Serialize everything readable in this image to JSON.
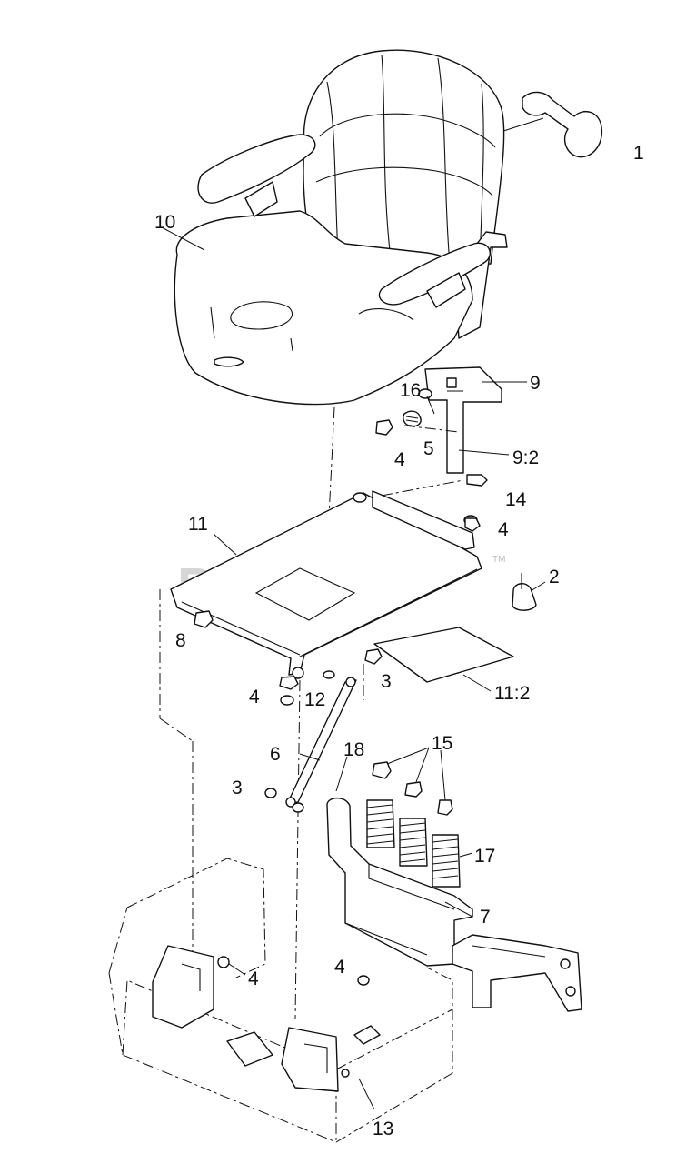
{
  "watermark": {
    "text": "PartsTree",
    "trademark": "TM"
  },
  "callouts": [
    {
      "id": "1",
      "label": "1"
    },
    {
      "id": "10",
      "label": "10"
    },
    {
      "id": "16",
      "label": "16"
    },
    {
      "id": "9",
      "label": "9"
    },
    {
      "id": "5",
      "label": "5"
    },
    {
      "id": "4a",
      "label": "4"
    },
    {
      "id": "9-2",
      "label": "9:2"
    },
    {
      "id": "14",
      "label": "14"
    },
    {
      "id": "11",
      "label": "11"
    },
    {
      "id": "4b",
      "label": "4"
    },
    {
      "id": "2",
      "label": "2"
    },
    {
      "id": "8",
      "label": "8"
    },
    {
      "id": "3a",
      "label": "3"
    },
    {
      "id": "4c",
      "label": "4"
    },
    {
      "id": "12",
      "label": "12"
    },
    {
      "id": "11-2",
      "label": "11:2"
    },
    {
      "id": "6",
      "label": "6"
    },
    {
      "id": "18",
      "label": "18"
    },
    {
      "id": "15",
      "label": "15"
    },
    {
      "id": "3b",
      "label": "3"
    },
    {
      "id": "17",
      "label": "17"
    },
    {
      "id": "7",
      "label": "7"
    },
    {
      "id": "4d",
      "label": "4"
    },
    {
      "id": "4e",
      "label": "4"
    },
    {
      "id": "13",
      "label": "13"
    }
  ]
}
